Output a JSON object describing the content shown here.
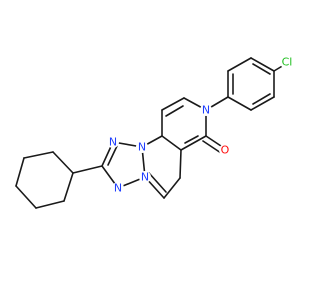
{
  "molecule": {
    "atoms": {
      "n_top": {
        "symbol": "N",
        "color": "#1f3fff"
      },
      "n_bridge": {
        "symbol": "N",
        "color": "#1f3fff"
      },
      "n_left": {
        "symbol": "N",
        "color": "#1f3fff"
      },
      "n_lower": {
        "symbol": "N",
        "color": "#1f3fff"
      },
      "n_amide": {
        "symbol": "N",
        "color": "#1f3fff"
      },
      "o_carbonyl": {
        "symbol": "O",
        "color": "#ff0d0d"
      },
      "cl": {
        "symbol": "Cl",
        "color": "#1fbf1f"
      }
    }
  }
}
